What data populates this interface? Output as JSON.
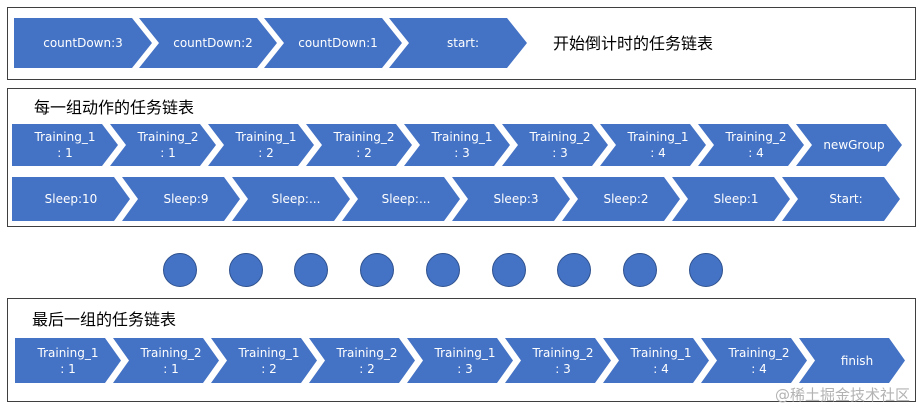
{
  "colors": {
    "chevron": "#4472c4",
    "border": "#3f3f3f",
    "text": "#ffffff"
  },
  "countdown": {
    "title": "开始倒计时的任务链表",
    "items": [
      "countDown:3",
      "countDown:2",
      "countDown:1",
      "start:"
    ]
  },
  "group": {
    "title": "每一组动作的任务链表",
    "row1": [
      "Training_1\n: 1",
      "Training_2\n: 1",
      "Training_1\n: 2",
      "Training_2\n: 2",
      "Training_1\n: 3",
      "Training_2\n: 3",
      "Training_1\n: 4",
      "Training_2\n: 4",
      "newGroup"
    ],
    "row2": [
      "Sleep:10",
      "Sleep:9",
      "Sleep:...",
      "Sleep:...",
      "Sleep:3",
      "Sleep:2",
      "Sleep:1",
      "Start:"
    ]
  },
  "dots": {
    "count": 9,
    "icon": "ellipsis-dot"
  },
  "last": {
    "title": "最后一组的任务链表",
    "items": [
      "Training_1\n: 1",
      "Training_2\n: 1",
      "Training_1\n: 2",
      "Training_2\n: 2",
      "Training_1\n: 3",
      "Training_2\n: 3",
      "Training_1\n: 4",
      "Training_2\n: 4",
      "finish"
    ]
  },
  "watermark": "@稀土掘金技术社区"
}
